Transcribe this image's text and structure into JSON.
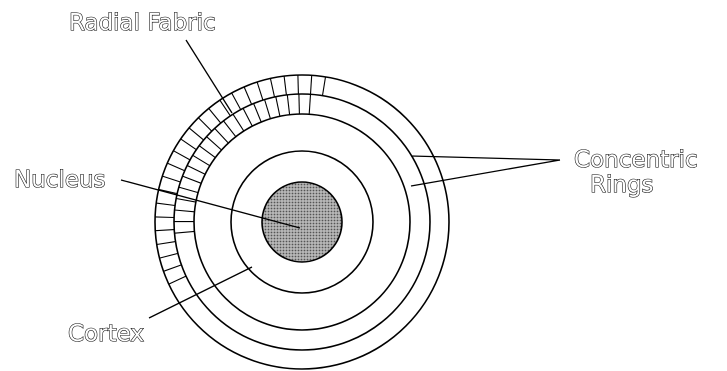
{
  "diagram": {
    "labels": {
      "radial_fabric": "Radial Fabric",
      "nucleus": "Nucleus",
      "cortex": "Cortex",
      "concentric_line1": "Concentric",
      "concentric_line2": "Rings"
    },
    "colors": {
      "outline": "#000000",
      "nucleus_fill": "#888888",
      "label_fill": "#ffffff"
    }
  }
}
